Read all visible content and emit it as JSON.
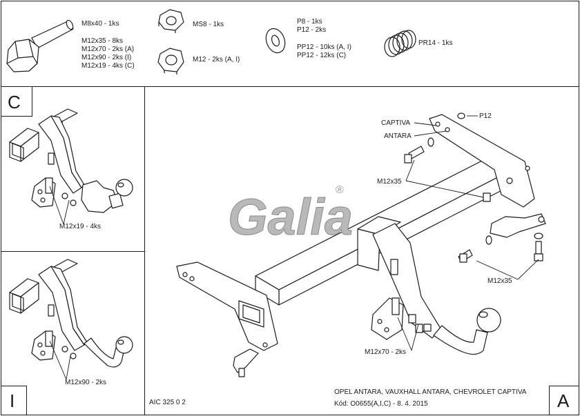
{
  "parts": {
    "bolt_m8": "M8x40 - 1ks",
    "bolts_m12": [
      "M12x35 - 8ks",
      "M12x70 - 2ks (A)",
      "M12x90 - 2ks (I)",
      "M12x19 - 4ks (C)"
    ],
    "nut_m8": "MS8 - 1ks",
    "nut_m12": "M12 - 2ks (A, I)",
    "washers_p": [
      "P8 - 1ks",
      "P12 - 2ks"
    ],
    "washers_pp": [
      "PP12 - 10ks (A, I)",
      "PP12 - 12ks (C)"
    ],
    "spring": "PR14 - 1ks"
  },
  "variants": {
    "c": {
      "letter": "C",
      "bolt_label": "M12x19 - 4ks"
    },
    "i": {
      "letter": "I",
      "bolt_label": "M12x90 - 2ks"
    }
  },
  "main": {
    "letter": "A",
    "logo": "Galia",
    "logo_mark": "®",
    "callouts": {
      "p12": "P12",
      "captiva": "CAPTIVA",
      "antara": "ANTARA",
      "m12x35_left": "M12x35",
      "m12x35_right": "M12x35",
      "m12x70": "M12x70 - 2ks"
    }
  },
  "footer": {
    "code": "AIC 325 0 2",
    "vehicles": "OPEL ANTARA, VAUXHALL ANTARA, CHEVROLET CAPTIVA",
    "kod": "Kód: O0655(A,I,C) - 8. 4. 2015"
  }
}
